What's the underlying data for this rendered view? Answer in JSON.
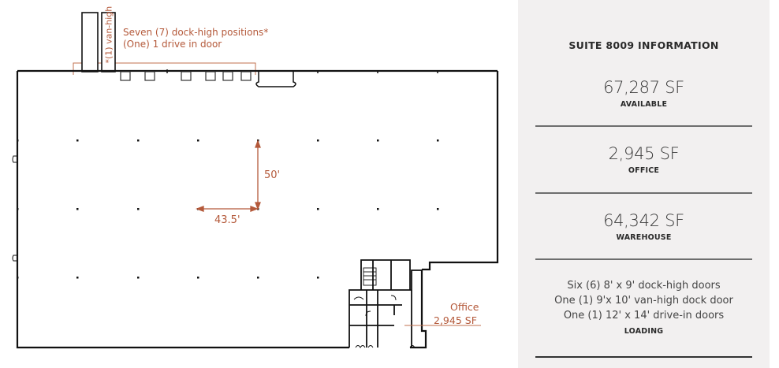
{
  "floorplan": {
    "annotations": {
      "dock_positions": "Seven (7) dock-high positions*",
      "drive_in": "(One) 1 drive in door",
      "van_high": "*(1) van-high",
      "column_spacing_vertical": "50'",
      "column_spacing_horizontal": "43.5'",
      "office_label": "Office",
      "office_area": "2,945 SF"
    },
    "colors": {
      "annotation": "#b4593a",
      "wall": "#111111"
    }
  },
  "info_panel": {
    "title": "SUITE 8009 INFORMATION",
    "stats": [
      {
        "value": "67,287 SF",
        "label": "AVAILABLE"
      },
      {
        "value": "2,945 SF",
        "label": "OFFICE"
      },
      {
        "value": "64,342 SF",
        "label": "WAREHOUSE"
      }
    ],
    "loading": {
      "lines": [
        "Six (6) 8' x 9' dock-high doors",
        "One (1) 9'x 10' van-high dock door",
        "One (1) 12' x 14' drive-in doors"
      ],
      "label": "LOADING"
    },
    "background": "#f2f0f0"
  }
}
